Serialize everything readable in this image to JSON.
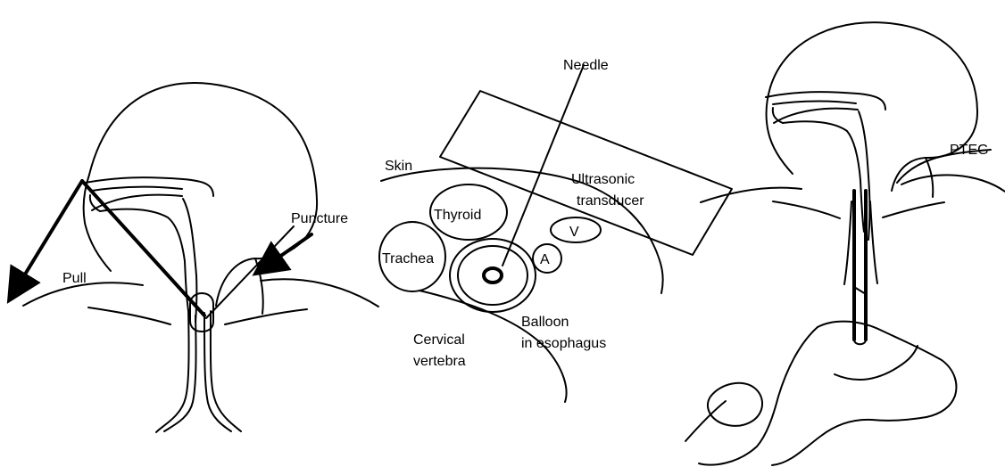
{
  "labels": {
    "pull": "Pull",
    "puncture": "Puncture",
    "needle": "Needle",
    "skin": "Skin",
    "ultrasonic_line1": "Ultrasonic",
    "ultrasonic_line2": "transducer",
    "thyroid": "Thyroid",
    "trachea": "Trachea",
    "vein": "V",
    "artery": "A",
    "balloon_line1": "Balloon",
    "balloon_line2": "in esophagus",
    "cervical_line1": "Cervical",
    "cervical_line2": "vertebra",
    "pteg": "PTEG"
  }
}
